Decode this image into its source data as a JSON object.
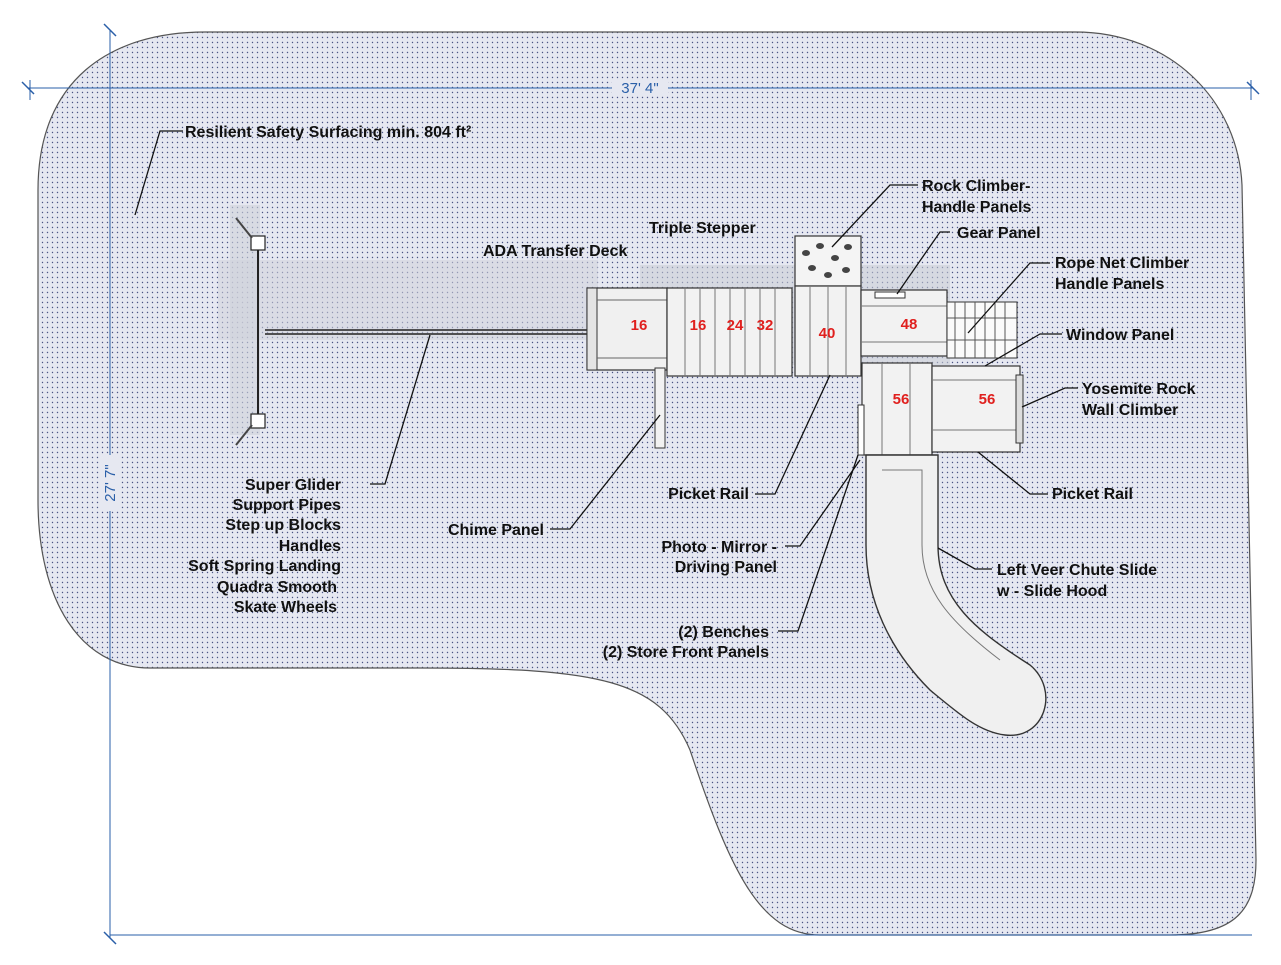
{
  "dimensions": {
    "width": "37' 4\"",
    "height": "27' 7\""
  },
  "deck_heights": [
    "16",
    "16",
    "24",
    "32",
    "40",
    "48",
    "56",
    "56"
  ],
  "labels": {
    "surfacing": "Resilient Safety Surfacing min. 804 ft²",
    "triple_stepper": "Triple Stepper",
    "ada_deck": "ADA Transfer Deck",
    "rock_climber_1": "Rock Climber-",
    "rock_climber_2": "Handle Panels",
    "gear_panel": "Gear Panel",
    "rope_net_1": "Rope Net Climber",
    "rope_net_2": "Handle Panels",
    "window_panel": "Window Panel",
    "yosemite_1": "Yosemite Rock",
    "yosemite_2": "Wall Climber",
    "picket_rail_right": "Picket Rail",
    "picket_rail_center": "Picket Rail",
    "slide_1": "Left Veer Chute Slide",
    "slide_2": "w - Slide Hood",
    "glider_1": "Super Glider",
    "glider_2": "Support Pipes",
    "glider_3": "Step up Blocks",
    "glider_4": "Handles",
    "glider_5": "Soft Spring Landing",
    "glider_6": "Quadra Smooth",
    "glider_7": "Skate Wheels",
    "chime_panel": "Chime Panel",
    "photo_1": "Photo - Mirror -",
    "photo_2": "Driving Panel",
    "benches_1": "(2) Benches",
    "benches_2": "(2) Store Front Panels"
  },
  "colors": {
    "surface_fill": "#e6e8f1",
    "surface_dots": "#4a5585",
    "dimension_line": "#2a5fa8",
    "deck_number": "#e0201e"
  }
}
